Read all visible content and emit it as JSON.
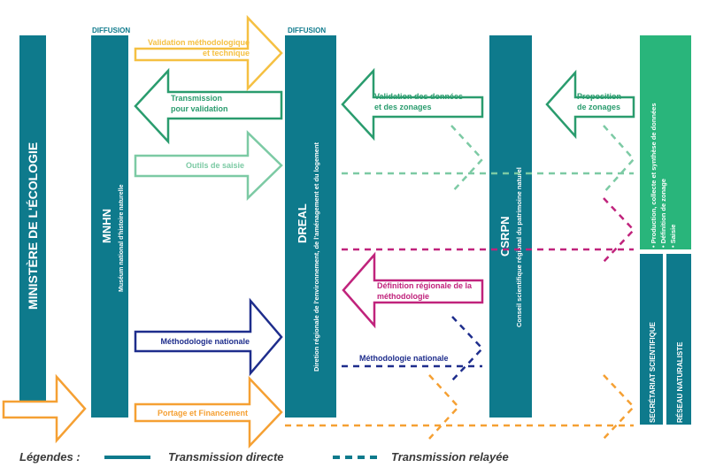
{
  "colors": {
    "teal": "#0e7a8c",
    "orange": "#f5a033",
    "yellow": "#f5c042",
    "darkgreen": "#2a9c6e",
    "lightgreen": "#7ccaa4",
    "magenta": "#c0237c",
    "navy": "#1e2d8c",
    "green_box": "#29b57b"
  },
  "columns": {
    "ministere": {
      "title": "MINISTÈRE DE L'ÉCOLOGIE"
    },
    "mnhn": {
      "title": "MNHN",
      "subtitle": "Muséum national d'histoire naturelle",
      "tag": "DIFFUSION"
    },
    "dreal": {
      "title": "DREAL",
      "subtitle": "Diretion régionale de l'environnement, de l'aménagement et du logement",
      "tag": "DIFFUSION"
    },
    "csrpn": {
      "title": "CSRPN",
      "subtitle": "Conseil scientifique régional du patrimoine naturel"
    },
    "network_box": {
      "items": [
        "• Production, collecte et synthèse de données",
        "• Définition de zonage",
        "• Saisie"
      ]
    },
    "secretariat": {
      "title": "SECRÉTARIAT SCIENTIFIQUE"
    },
    "reseau": {
      "title": "RÉSEAU NATURALISTE"
    }
  },
  "arrows": {
    "validation_methodo": {
      "line1": "Validation méthodologique",
      "line2": "et technique"
    },
    "transmission_validation": {
      "line1": "Transmission",
      "line2": "pour validation"
    },
    "outils_saisie": {
      "label": "Outils de saisie"
    },
    "methodo_nationale_direct": {
      "label": "Méthodologie nationale"
    },
    "portage": {
      "label": "Portage et Financement"
    },
    "validation_donnees": {
      "line1": "Validation des données",
      "line2": "et des zonages"
    },
    "proposition_zonages": {
      "line1": "Proposition",
      "line2": "de zonages"
    },
    "definition_regionale": {
      "line1": "Définition régionale de la",
      "line2": "méthodologie"
    },
    "methodo_nationale_relay": {
      "label": "Méthodologie nationale"
    }
  },
  "legend": {
    "title": "Légendes :",
    "direct": "Transmission directe",
    "relayed": "Transmission relayée"
  }
}
